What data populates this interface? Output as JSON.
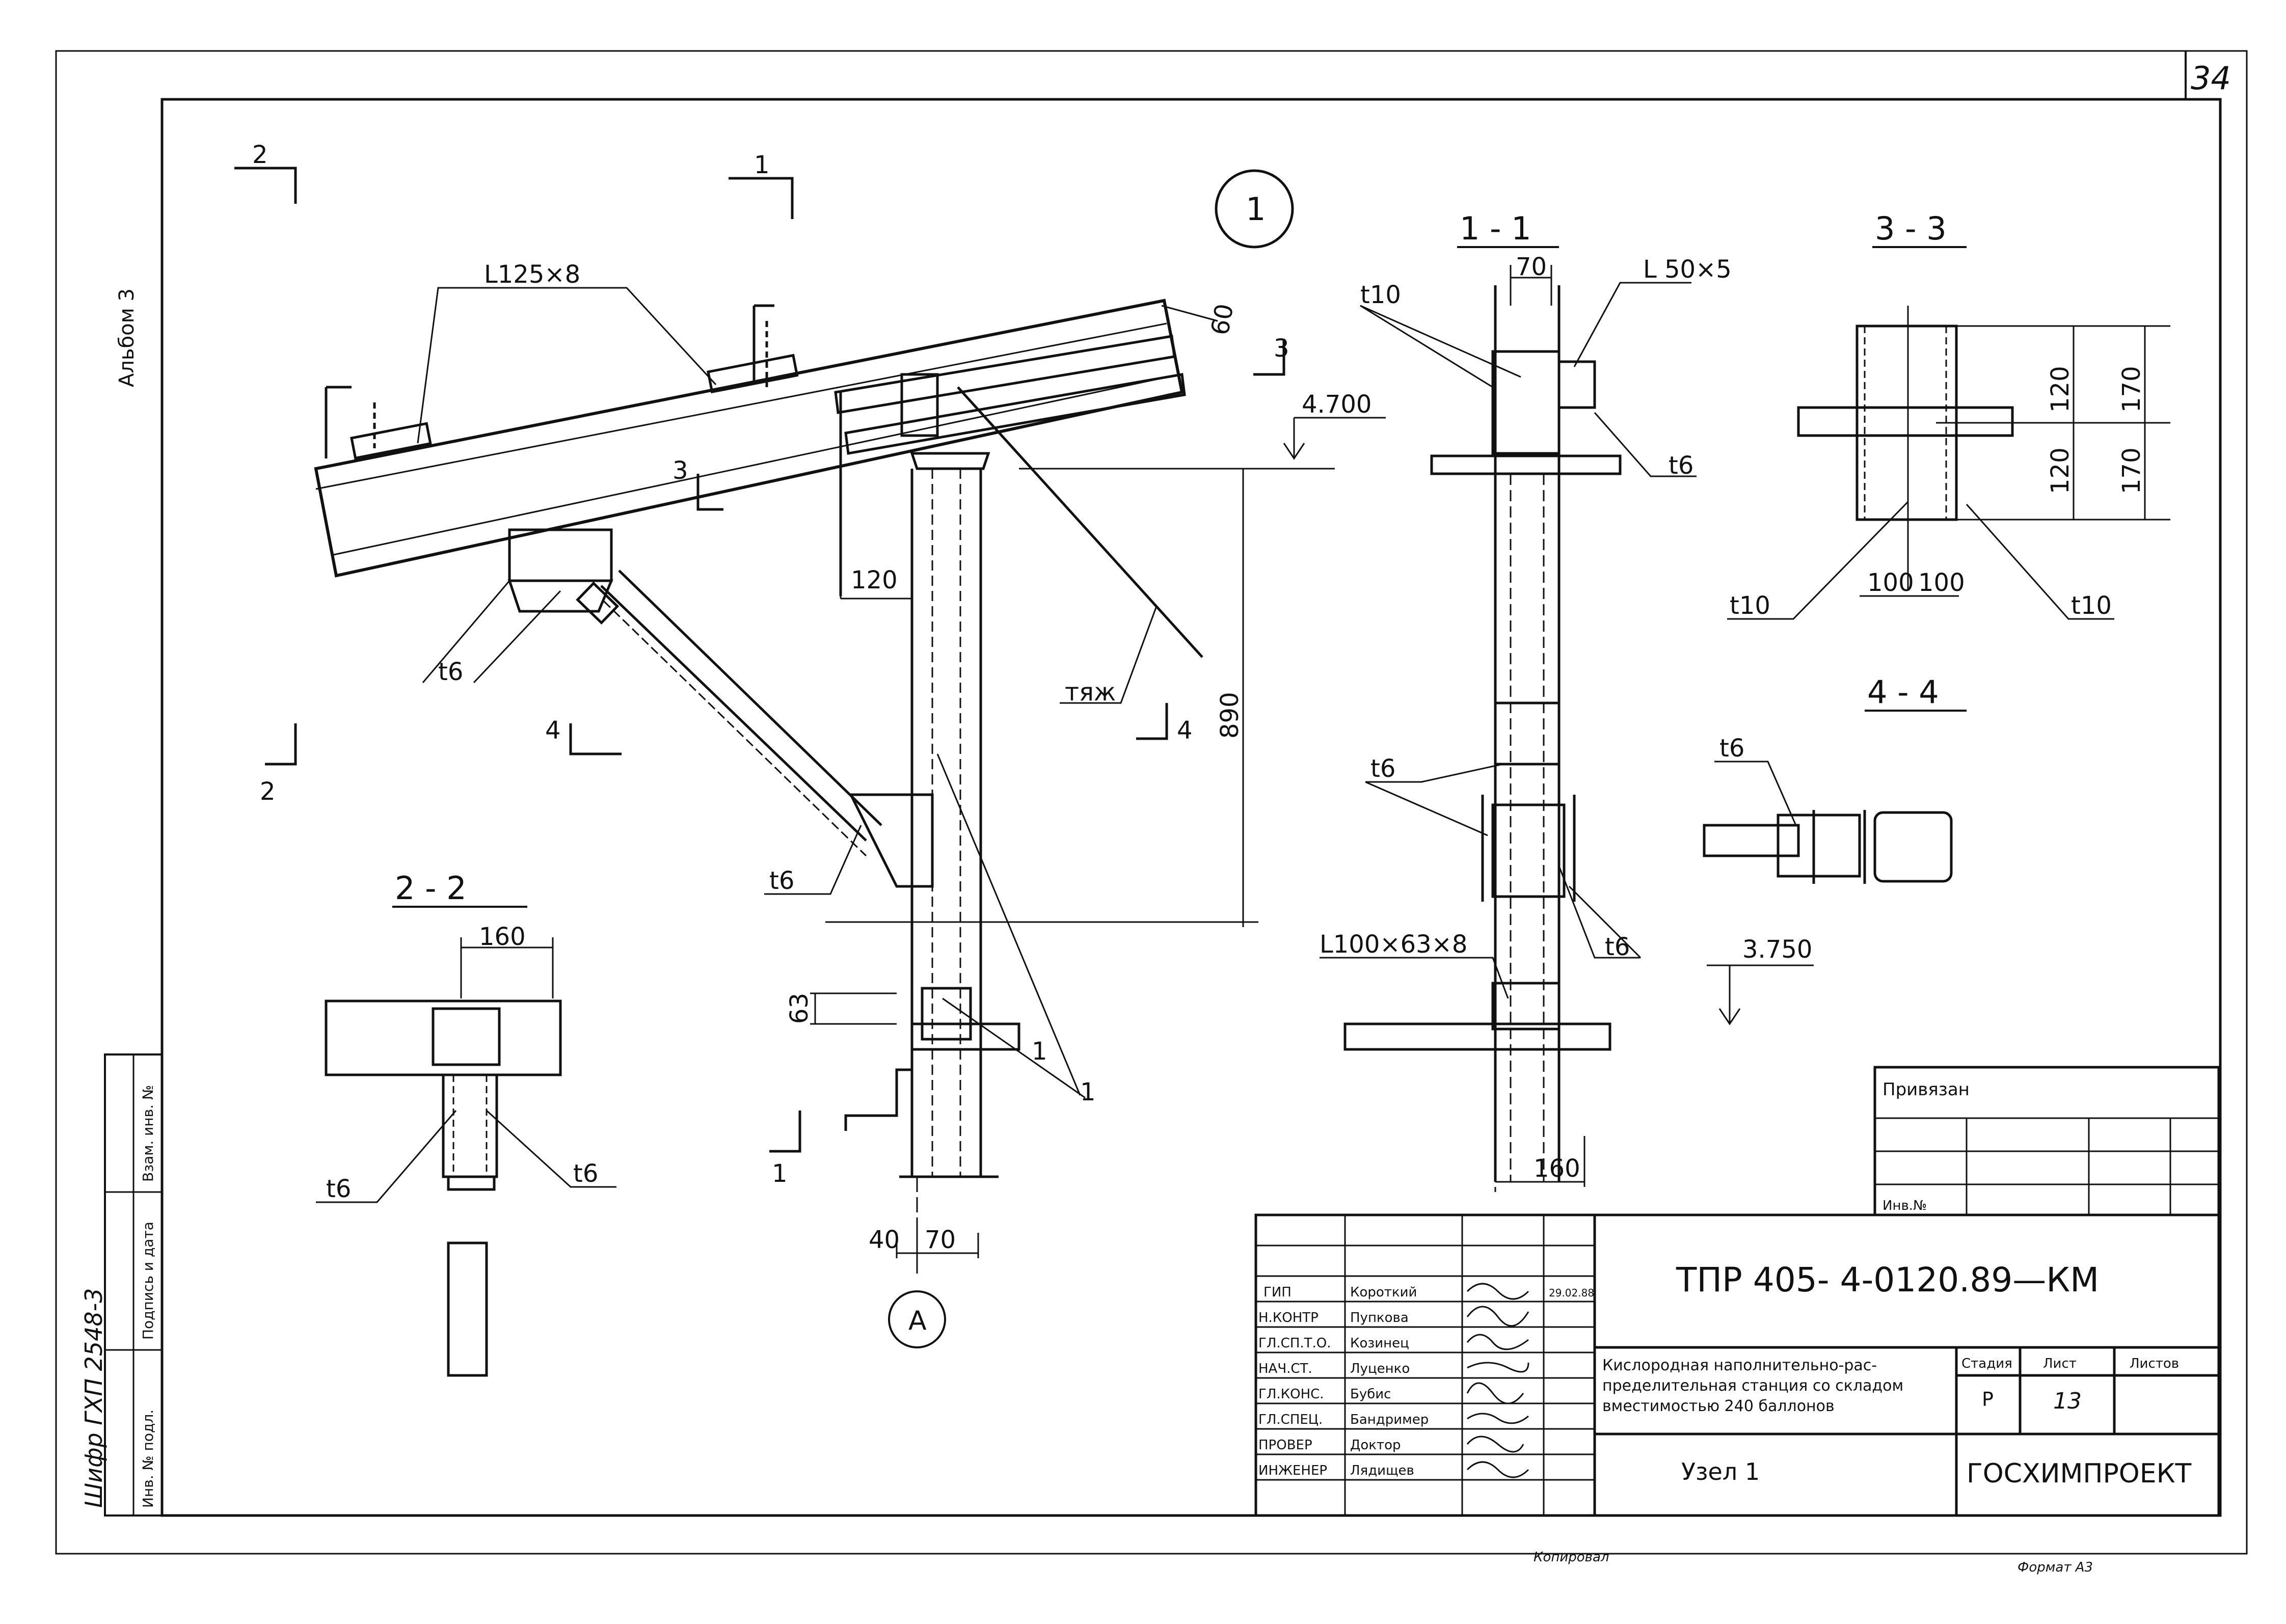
{
  "sheet_number": "34",
  "album": "Альбом 3",
  "node_marker": "1",
  "axis_marker": "A",
  "section_titles": {
    "s11": "1 - 1",
    "s22": "2 - 2",
    "s33": "3 - 3",
    "s44": "4 - 4"
  },
  "cut_marks": {
    "c1": "1",
    "c2": "2",
    "c3": "3",
    "c4": "4"
  },
  "profiles": {
    "main_angle": "L125×8",
    "small_angle": "L 50×5",
    "bottom_angle": "L100×63×8",
    "tie_rod": "тяж"
  },
  "thickness": {
    "t6": "t6",
    "t10": "t10"
  },
  "elevations": {
    "top": "4.700",
    "bottom": "3.750"
  },
  "dimensions": {
    "d60": "60",
    "d120": "120",
    "d890": "890",
    "d63": "63",
    "d40": "40",
    "d70": "70",
    "d160": "160",
    "d170": "170",
    "d100": "100"
  },
  "title_block": {
    "linked": "Привязан",
    "inv": "Инв.№",
    "code": "ТПР 405- 4-0120.89—КМ",
    "description": [
      "Кислородная наполнительно-рас-",
      "пределительная станция со складом",
      "вместимостью 240 баллонов"
    ],
    "drawing_name": "Узел 1",
    "stage_label": "Стадия",
    "sheet_label": "Лист",
    "sheets_label": "Листов",
    "stage": "Р",
    "sheet": "13",
    "org": "ГОСХИМПРОЕКТ",
    "date": "29.02.88",
    "staff": [
      {
        "role": "ГИП",
        "name": "Короткий"
      },
      {
        "role": "Н.КОНТР",
        "name": "Пупкова"
      },
      {
        "role": "ГЛ.СП.Т.О.",
        "name": "Козинец"
      },
      {
        "role": "НАЧ.СТ.",
        "name": "Луценко"
      },
      {
        "role": "ГЛ.КОНС.",
        "name": "Бубис"
      },
      {
        "role": "ГЛ.СПЕЦ.",
        "name": "Бандример"
      },
      {
        "role": "ПРОВЕР",
        "name": "Доктор"
      },
      {
        "role": "ИНЖЕНЕР",
        "name": "Лядищев"
      }
    ]
  },
  "side_stamp": {
    "vzam": "Взам. инв. №",
    "podpis": "Подпись и дата",
    "inv_podl": "Инв. № подл.",
    "cipher": "Шифр ГХП 2548-3"
  },
  "footer": {
    "copied": "Копировал",
    "format": "Формат А3"
  }
}
